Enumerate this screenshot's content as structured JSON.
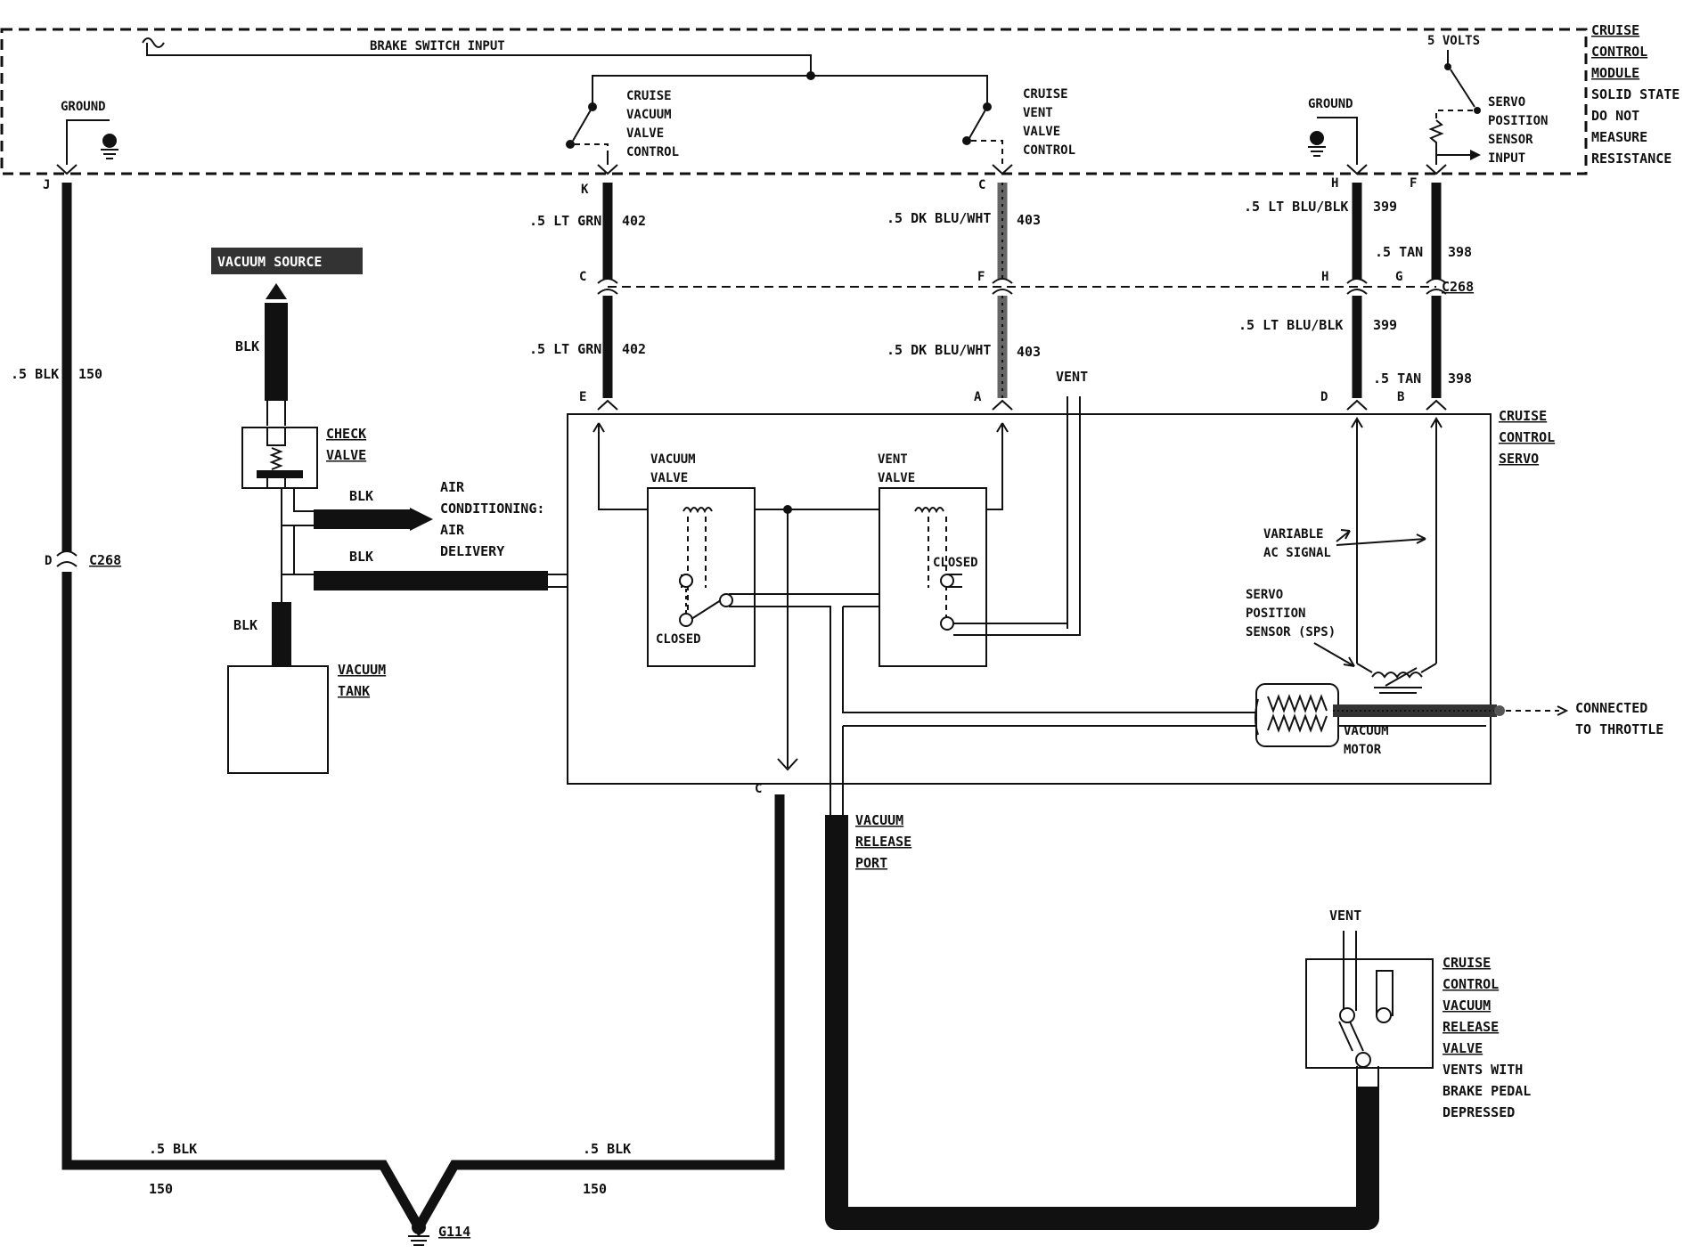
{
  "module": {
    "title_lines": [
      "CRUISE",
      "CONTROL",
      "MODULE"
    ],
    "note_lines": [
      "SOLID STATE",
      "DO NOT",
      "MEASURE",
      "RESISTANCE"
    ],
    "brake_switch_input": "BRAKE SWITCH INPUT",
    "ground_left": "GROUND",
    "ground_right": "GROUND",
    "five_volts": "5 VOLTS",
    "vacuum_valve_control": [
      "CRUISE",
      "VACUUM",
      "VALVE",
      "CONTROL"
    ],
    "vent_valve_control": [
      "CRUISE",
      "VENT",
      "VALVE",
      "CONTROL"
    ],
    "servo_position_input": [
      "SERVO",
      "POSITION",
      "SENSOR",
      "INPUT"
    ]
  },
  "pins": {
    "module_j": "J",
    "module_k": "K",
    "module_c": "C",
    "module_h": "H",
    "module_f": "F",
    "c268_c": "C",
    "c268_f": "F",
    "c268_h": "H",
    "c268_g": "G",
    "c268_name": "C268",
    "c268_d": "D",
    "c268_d_name": "C268",
    "servo_e": "E",
    "servo_a": "A",
    "servo_d": "D",
    "servo_b": "B",
    "servo_c": "C"
  },
  "wires": {
    "w402_top": {
      "color": ".5 LT GRN",
      "circuit": "402"
    },
    "w402_bot": {
      "color": ".5 LT GRN",
      "circuit": "402"
    },
    "w403_top": {
      "color": ".5 DK BLU/WHT",
      "circuit": "403"
    },
    "w403_bot": {
      "color": ".5 DK BLU/WHT",
      "circuit": "403"
    },
    "w399_top": {
      "color": ".5 LT BLU/BLK",
      "circuit": "399"
    },
    "w399_bot": {
      "color": ".5 LT BLU/BLK",
      "circuit": "399"
    },
    "w398_top": {
      "color": ".5 TAN",
      "circuit": "398"
    },
    "w398_bot": {
      "color": ".5 TAN",
      "circuit": "398"
    },
    "w150_left": {
      "color": ".5 BLK",
      "circuit": "150"
    },
    "w150_bl": {
      "color": ".5 BLK",
      "circuit": "150"
    },
    "w150_br": {
      "color": ".5 BLK",
      "circuit": "150"
    }
  },
  "vacuum": {
    "source": "VACUUM SOURCE",
    "blk_top": "BLK",
    "check_valve": [
      "CHECK",
      "VALVE"
    ],
    "blk_ac": "BLK",
    "ac_label": [
      "AIR",
      "CONDITIONING:",
      "AIR",
      "DELIVERY"
    ],
    "blk_servo": "BLK",
    "blk_tank": "BLK",
    "tank": [
      "VACUUM",
      "TANK"
    ]
  },
  "servo": {
    "title": [
      "CRUISE",
      "CONTROL",
      "SERVO"
    ],
    "vent_top": "VENT",
    "vacuum_valve": [
      "VACUUM",
      "VALVE"
    ],
    "vent_valve": [
      "VENT",
      "VALVE"
    ],
    "closed_left": "CLOSED",
    "closed_right": "CLOSED",
    "variable_ac": [
      "VARIABLE",
      "AC SIGNAL"
    ],
    "sps": [
      "SERVO",
      "POSITION",
      "SENSOR (SPS)"
    ],
    "vacuum_motor": [
      "VACUUM",
      "MOTOR"
    ],
    "throttle": [
      "CONNECTED",
      "TO THROTTLE"
    ]
  },
  "release": {
    "port": [
      "VACUUM",
      "RELEASE",
      "PORT"
    ],
    "vent": "VENT",
    "valve_title": [
      "CRUISE",
      "CONTROL",
      "VACUUM",
      "RELEASE",
      "VALVE"
    ],
    "valve_note": [
      "VENTS WITH",
      "BRAKE PEDAL",
      "DEPRESSED"
    ]
  },
  "ground": {
    "name": "G114"
  }
}
